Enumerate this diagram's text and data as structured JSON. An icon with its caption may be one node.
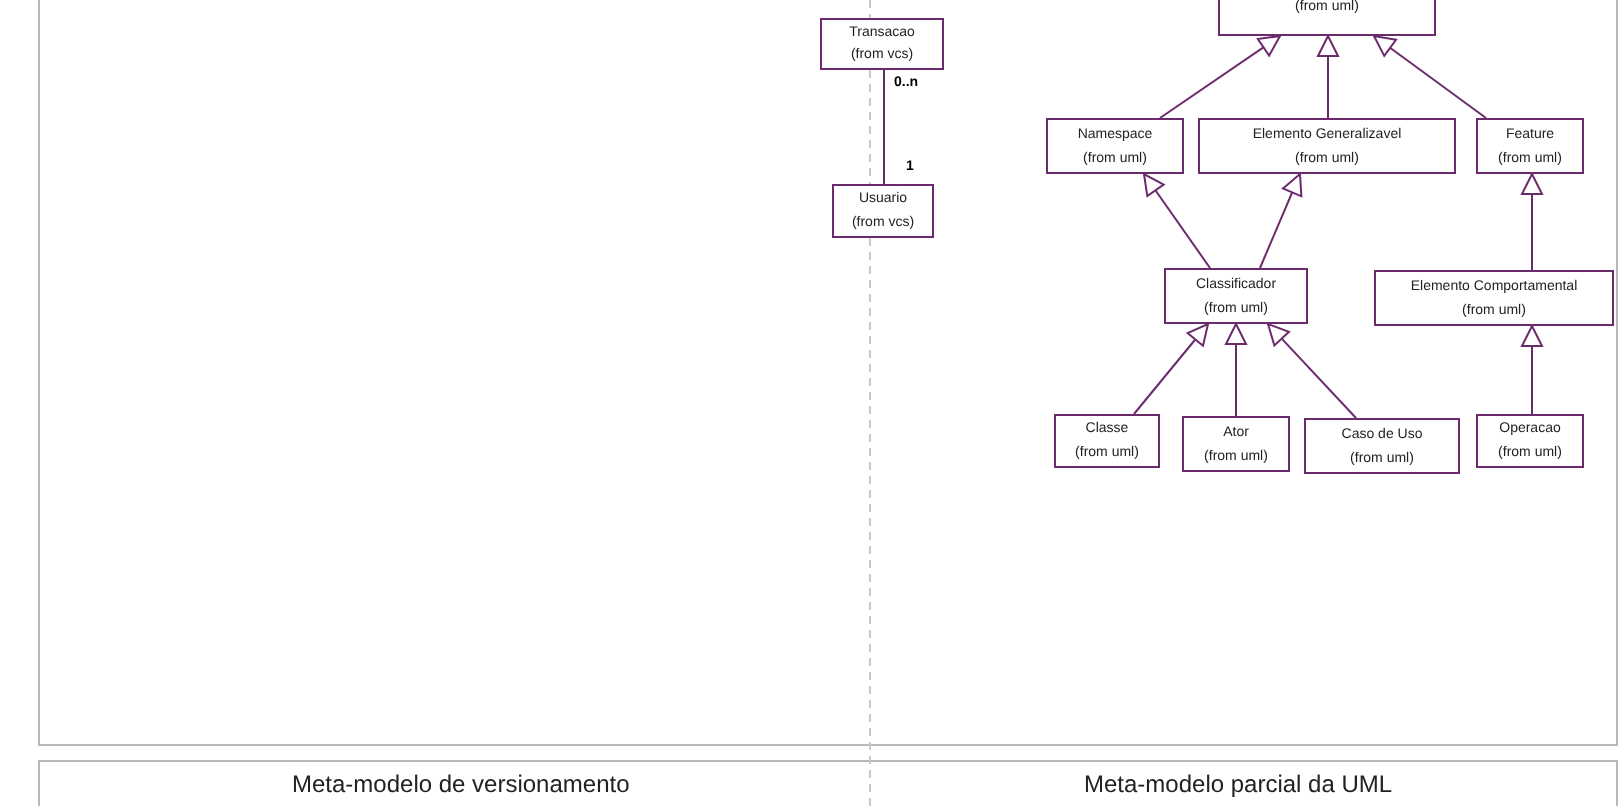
{
  "diagram": {
    "nodes": [
      {
        "text": [
          "Transacao",
          "(from vcs)"
        ]
      },
      {
        "text": [
          "Usuario",
          "(from vcs)"
        ]
      },
      {
        "text": [
          "(from uml)"
        ]
      },
      {
        "text": [
          "Namespace",
          "(from uml)"
        ]
      },
      {
        "text": [
          "Elemento Generalizavel",
          "(from uml)"
        ]
      },
      {
        "text": [
          "Feature",
          "(from uml)"
        ]
      },
      {
        "text": [
          "Classificador",
          "(from uml)"
        ]
      },
      {
        "text": [
          "Elemento Comportamental",
          "(from uml)"
        ]
      },
      {
        "text": [
          "Classe",
          "(from uml)"
        ]
      },
      {
        "text": [
          "Ator",
          "(from uml)"
        ]
      },
      {
        "text": [
          "Caso de Uso",
          "(from uml)"
        ]
      },
      {
        "text": [
          "Operacao",
          "(from uml)"
        ]
      }
    ],
    "edges": [
      {
        "from": 0,
        "to": 1,
        "arrow": "none"
      },
      {
        "from": 3,
        "to": 2,
        "arrow": "to"
      },
      {
        "from": 4,
        "to": 2,
        "arrow": "to"
      },
      {
        "from": 5,
        "to": 2,
        "arrow": "to"
      },
      {
        "from": 6,
        "to": 3,
        "arrow": "to"
      },
      {
        "from": 6,
        "to": 4,
        "arrow": "to"
      },
      {
        "from": 7,
        "to": 5,
        "arrow": "to"
      },
      {
        "from": 8,
        "to": 6,
        "arrow": "to"
      },
      {
        "from": 9,
        "to": 6,
        "arrow": "to"
      },
      {
        "from": 10,
        "to": 6,
        "arrow": "to"
      },
      {
        "from": 11,
        "to": 7,
        "arrow": "to"
      }
    ],
    "labels": [
      "0..n",
      "1",
      "Meta-modelo de versionamento",
      "Meta-modelo parcial da UML"
    ]
  }
}
